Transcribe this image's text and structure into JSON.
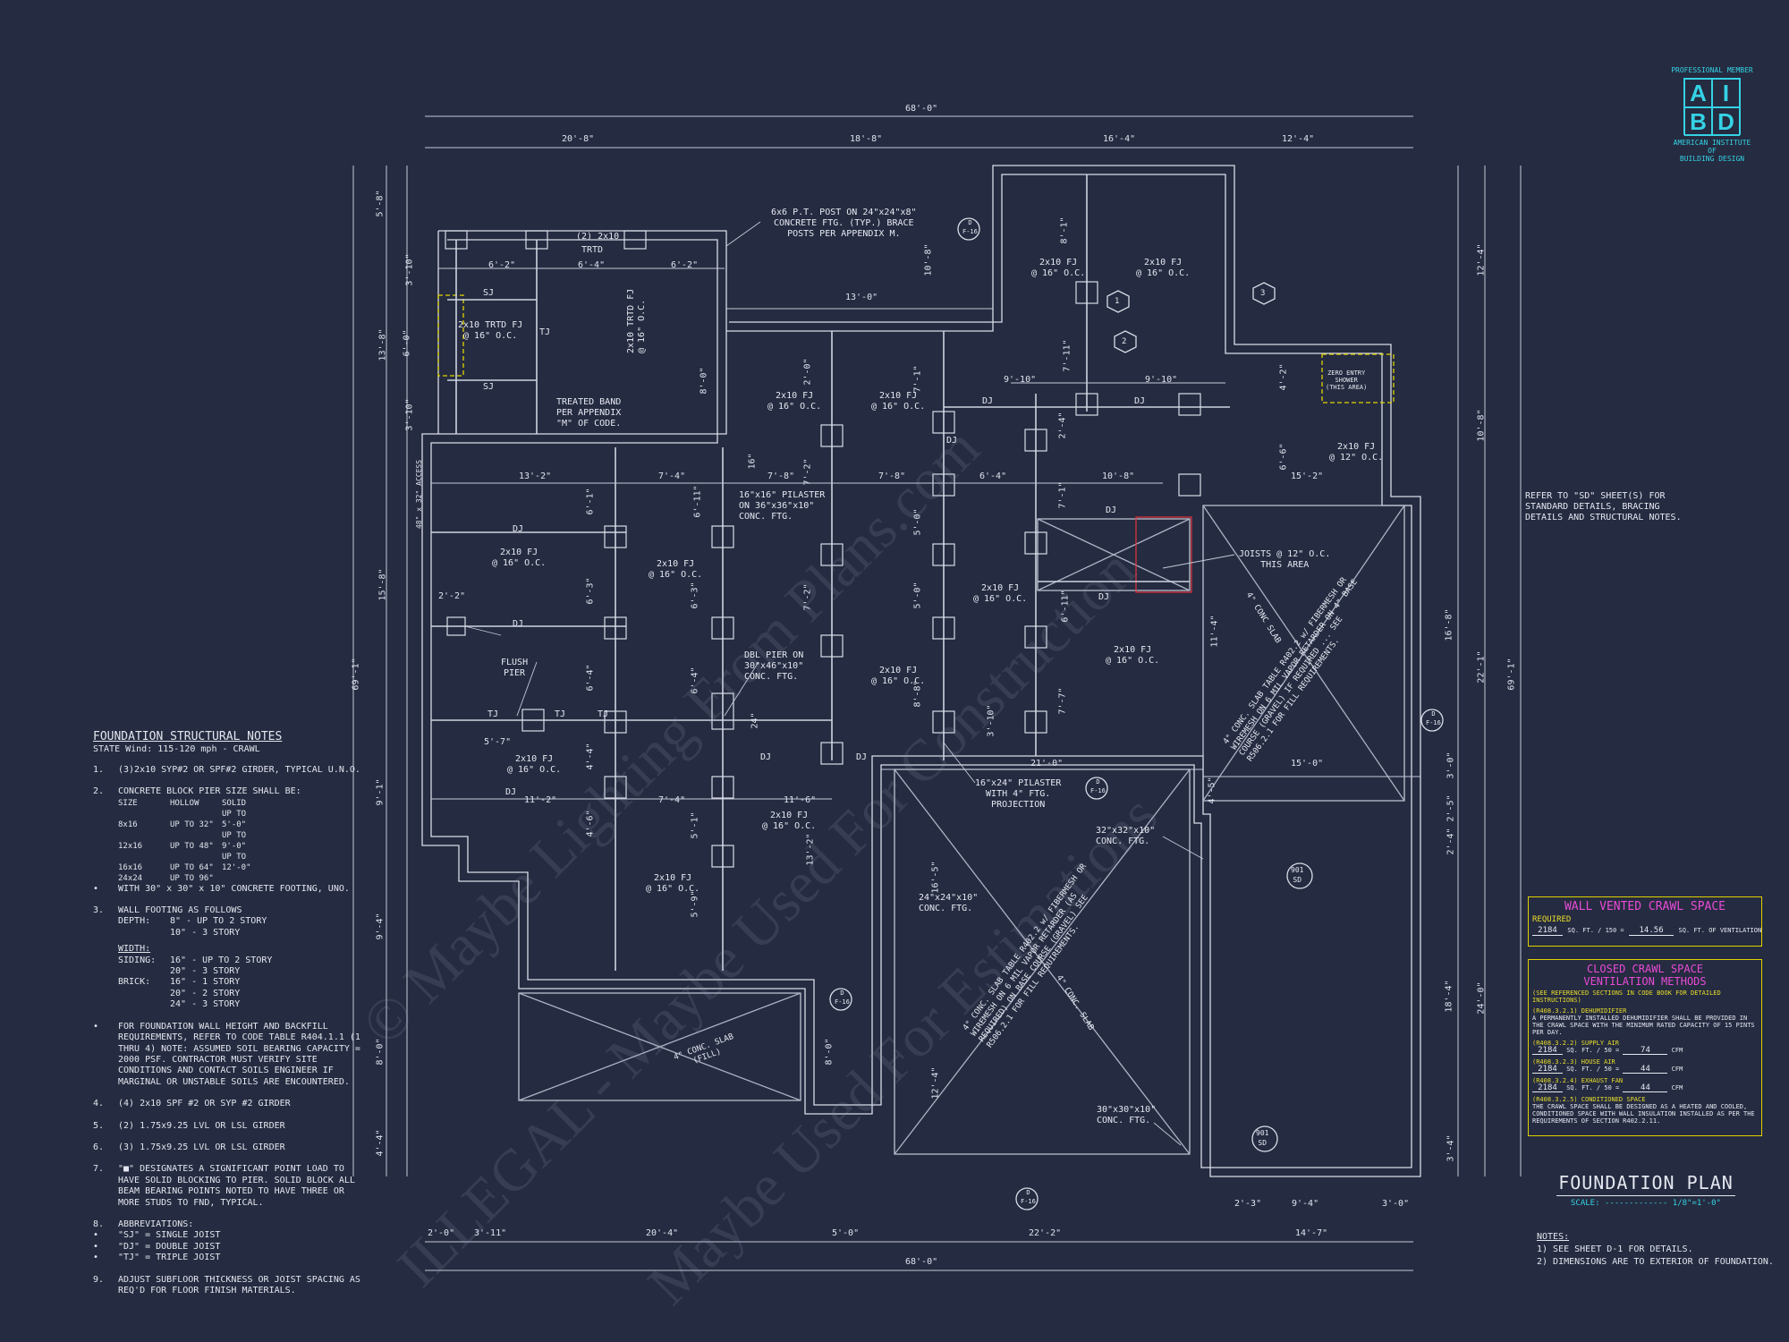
{
  "logo": {
    "top_line": "PROFESSIONAL MEMBER",
    "letters": [
      "A",
      "I",
      "B",
      "D"
    ],
    "org_line1": "AMERICAN INSTITUTE",
    "org_line2": "OF",
    "org_line3": "BUILDING DESIGN"
  },
  "watermarks": [
    "© Maybe Lighting From Plans.com",
    "ILLEGAL - Maybe Used For Construction",
    "Maybe Used For Estimations"
  ],
  "overall_dims": {
    "top_total": "68'-0\"",
    "top_segments": [
      "20'-8\"",
      "18'-8\"",
      "16'-4\"",
      "12'-4\""
    ],
    "bottom_total": "68'-0\"",
    "bottom_segments": [
      "2'-0\"",
      "3'-11\"",
      "20'-4\"",
      "5'-0\"",
      "22'-2\"",
      "14'-7\""
    ],
    "bottom_right_segments": [
      "2'-3\"",
      "9'-4\"",
      "3'-0\""
    ],
    "left_total": "69'-1\"",
    "left_segments": [
      "5'-8\"",
      "3'-10\"",
      "13'-8\"",
      "6'-0\"",
      "3'-10\"",
      "15'-8\"",
      "9'-1\"",
      "9'-4\"",
      "8'-0\"",
      "4'-4\"",
      "48\" x 32\" ACCESS"
    ],
    "right_total": "69'-1\"",
    "right_segments": [
      "12'-4\"",
      "10'-8\"",
      "16'-8\"",
      "22'-1\"",
      "3'-0\"",
      "2'-5\"",
      "2'-4\"",
      "18'-4\"",
      "24'-0\"",
      "3'-4\""
    ]
  },
  "plan_labels": {
    "post_note": "6x6 P.T. POST ON 24\"x24\"x8\"\nCONCRETE FTG. (TYP.) BRACE\nPOSTS PER APPENDIX M.",
    "girder_2x10": "(2) 2x10",
    "trtd": "TRTD",
    "d6_2a": "6'-2\"",
    "d6_4": "6'-4\"",
    "d6_2b": "6'-2\"",
    "sj_a": "SJ",
    "sj_b": "SJ",
    "tj_a": "TJ",
    "trtd_fj": "2x10 TRTD FJ\n@ 16\" O.C.",
    "trtd_fj_v": "2x10 TRTD FJ\n@ 16\" O.C.",
    "treated_band": "TREATED BAND\nPER APPENDIX\n\"M\" OF CODE.",
    "d13_0": "13'-0\"",
    "d10_8": "10'-8\"",
    "d8_0a": "8'-0\"",
    "fj_16_a": "2x10 FJ\n@ 16\" O.C.",
    "fj_16_b": "2x10 FJ\n@ 16\" O.C.",
    "fj_16_c": "2x10 FJ\n@ 16\" O.C.",
    "fj_16_d": "2x10 FJ\n@ 16\" O.C.",
    "fj_16_e": "2x10 FJ\n@ 16\" O.C.",
    "fj_16_f": "2x10 FJ\n@ 16\" O.C.",
    "fj_16_g": "2x10 FJ\n@ 16\" O.C.",
    "fj_16_h": "2x10 FJ\n@ 16\" O.C.",
    "fj_16_i": "2x10 FJ\n@ 16\" O.C.",
    "fj_16_j": "2x10 FJ\n@ 16\" O.C.",
    "fj_16_k": "2x10 FJ\n@ 16\" O.C.",
    "fj_16_l": "2x10 FJ\n@ 16\" O.C.",
    "fj_12": "2x10 FJ\n@ 12\" O.C.",
    "d9_10a": "9'-10\"",
    "d9_10b": "9'-10\"",
    "d13_2": "13'-2\"",
    "d7_4a": "7'-4\"",
    "d7_8a": "7'-8\"",
    "d7_8b": "7'-8\"",
    "d6_4b": "6'-4\"",
    "d10_8b": "10'-8\"",
    "d15_2": "15'-2\"",
    "dj_a": "DJ",
    "dj_b": "DJ",
    "dj_c": "DJ",
    "dj_d": "DJ",
    "dj_e": "DJ",
    "dj_f": "DJ",
    "dj_g": "DJ",
    "dj_h": "DJ",
    "dj_i": "DJ",
    "dj_j": "DJ",
    "tj_b": "TJ",
    "tj_c": "TJ",
    "tj_d": "TJ",
    "pilaster_a": "16\"x16\" PILASTER\nON 36\"x36\"x10\"\nCONC. FTG.",
    "flush_pier": "FLUSH\nPIER",
    "dbl_pier": "DBL PIER ON\n30\"x46\"x10\"\nCONC. FTG.",
    "joists_12": "JOISTS @ 12\" O.C.\nTHIS AREA",
    "pilaster_b": "16\"x24\" PILASTER\nWITH 4\" FTG.\nPROJECTION",
    "ftg_32": "32\"x32\"x10\"\nCONC. FTG.",
    "ftg_24": "24\"x24\"x10\"\nCONC. FTG.",
    "ftg_30": "30\"x30\"x10\"\nCONC. FTG.",
    "d21_0": "21'-0\"",
    "d15_0": "15'-0\"",
    "d2_2": "2'-2\"",
    "d5_7": "5'-7\"",
    "d11_2": "11'-2\"",
    "d7_4b": "7'-4\"",
    "d11_6": "11'-6\"",
    "zero_entry": "ZERO ENTRY\nSHOWER\n(THIS AREA)",
    "slab_note_a": "4\" CONC. SLAB TABLE R402.2 w/ FIBERMESH OR\nWIREMESH ON 6 MIL VAPOR RETARDER ON 4\" BASE\nCOURSE (GRAVEL) IF REQUIRED ... SEE\nR506.2.1 FOR FILL REQUIREMENTS.",
    "slab_note_b": "4\" CONC. SLAB TABLE R402.2 w/ FIBERMESH OR\nWIREMESH ON 6 MIL VAPOR RETARDER (AS\nREQUIRED) ON BASE COURSE (GRAVEL) SEE\nR506.2.1 FOR FILL REQUIREMENTS.",
    "slab_fill": "4\" CONC. SLAB\n(FILL)",
    "slab_v_a": "4\" CONC SLAB",
    "slab_v_b": "4\" CONC. SLAB",
    "bubble_1": "1",
    "bubble_2": "2",
    "bubble_3": "3",
    "sec_d1": "D\nF-16",
    "sec_d2": "D\nF-16",
    "sec_d3": "D\nF-16",
    "sec_d4": "D\nF-16",
    "sec_d5": "D\nF-16",
    "sec_901a": "901\nSD",
    "sec_901b": "901\nSD",
    "vert_8_1": "8'-1\"",
    "vert_7_11": "7'-11\"",
    "vert_6_1a": "6'-1\"",
    "vert_6_3": "6'-3\"",
    "vert_6_4a": "6'-4\"",
    "vert_4_4": "4'-4\"",
    "vert_4_6": "4'-6\"",
    "vert_6_11": "6'-11\"",
    "vert_6_3b": "6'-3\"",
    "vert_6_4b": "6'-4\"",
    "vert_5_1": "5'-1\"",
    "vert_5_9": "5'-9\"",
    "vert_7_2a": "7'-2\"",
    "vert_7_2b": "7'-2\"",
    "vert_13_2": "13'-2\"",
    "vert_5_0a": "5'-0\"",
    "vert_5_0b": "5'-0\"",
    "vert_8_8": "8'-8\"",
    "vert_6_11b": "6'-11\"",
    "vert_7_1a": "7'-1\"",
    "vert_7_7": "7'-7\"",
    "vert_16_5": "16'-5\"",
    "vert_12_4": "12'-4\"",
    "vert_11_4": "11'-4\"",
    "vert_8_0": "8'-0\"",
    "vert_6_6": "6'-6\"",
    "vert_4_2": "4'-2\"",
    "vert_4_5": "4'-5\"",
    "vert_2_4": "2'-4\"",
    "vert_3_10": "3'-10\"",
    "vert_24": "24\"",
    "vert_16": "16\"",
    "vert_2_0": "2'-0\"",
    "vert_7_1b": "7'-1\""
  },
  "refer_note": "REFER TO \"SD\" SHEET(S) FOR\nSTANDARD DETAILS, BRACING\nDETAILS AND STRUCTURAL NOTES.",
  "notes": {
    "title": "FOUNDATION STRUCTURAL NOTES",
    "subtitle": "STATE Wind: 115-120 mph - CRAWL",
    "n1_mark": "1.",
    "n1": "(3)2x10 SYP#2 OR SPF#2 GIRDER, TYPICAL U.N.O.",
    "n2_mark": "2.",
    "n2": "CONCRETE BLOCK PIER SIZE SHALL BE:",
    "pier_head": [
      "SIZE",
      "HOLLOW",
      "SOLID"
    ],
    "pier_rows": [
      [
        "8x16",
        "UP TO 32\"",
        "UP TO 5'-0\""
      ],
      [
        "12x16",
        "UP TO 48\"",
        "UP TO 9'-0\""
      ],
      [
        "16x16",
        "UP TO 64\"",
        "UP TO 12'-0\""
      ],
      [
        "24x24",
        "UP TO 96\"",
        ""
      ]
    ],
    "n2b": "WITH 30\" x 30\" x 10\" CONCRETE FOOTING, UNO.",
    "n3_mark": "3.",
    "n3": "WALL FOOTING AS FOLLOWS",
    "depth_k": "DEPTH:",
    "depth_v": "8\" - UP TO 2 STORY\n10\" - 3 STORY",
    "width_k": "WIDTH:",
    "siding_k": "SIDING:",
    "siding_v": "16\" - UP TO 2 STORY\n20\" - 3 STORY",
    "brick_k": "BRICK:",
    "brick_v": "16\" - 1 STORY\n20\" - 2 STORY\n24\" - 3 STORY",
    "bullet": "•",
    "n_backfill": "FOR FOUNDATION WALL HEIGHT AND BACKFILL REQUIREMENTS, REFER TO CODE TABLE R404.1.1 (1 THRU 4) NOTE: ASSUMED SOIL BEARING CAPACITY = 2000 PSF. CONTRACTOR MUST VERIFY SITE CONDITIONS AND CONTACT SOILS ENGINEER IF MARGINAL OR UNSTABLE SOILS ARE ENCOUNTERED.",
    "n4_mark": "4.",
    "n4": "(4) 2x10 SPF #2 OR SYP #2 GIRDER",
    "n5_mark": "5.",
    "n5": "(2) 1.75x9.25 LVL OR LSL GIRDER",
    "n6_mark": "6.",
    "n6": "(3) 1.75x9.25 LVL OR LSL GIRDER",
    "n7_mark": "7.",
    "n7": "\"■\" DESIGNATES A SIGNIFICANT POINT LOAD TO HAVE SOLID BLOCKING TO PIER. SOLID BLOCK ALL BEAM BEARING POINTS NOTED TO HAVE THREE OR MORE STUDS TO FND, TYPICAL.",
    "n8_mark": "8.",
    "n8": "ABBREVIATIONS:",
    "abbr": [
      "\"SJ\" = SINGLE JOIST",
      "\"DJ\" = DOUBLE JOIST",
      "\"TJ\" = TRIPLE JOIST"
    ],
    "n9_mark": "9.",
    "n9": "ADJUST SUBFLOOR THICKNESS OR JOIST SPACING AS REQ'D FOR FLOOR FINISH MATERIALS."
  },
  "vented_box": {
    "title": "WALL VENTED CRAWL SPACE",
    "required": "REQUIRED",
    "sqft": "2184",
    "sqft_label": "SQ. FT. / 150 =",
    "vent": "14.56",
    "vent_label": "SQ. FT. OF VENTILATION"
  },
  "closed_box": {
    "title": "CLOSED CRAWL SPACE\nVENTILATION METHODS",
    "ref": "(SEE REFERENCED SECTIONS IN CODE BOOK FOR DETAILED INSTRUCTIONS)",
    "s1_title": "(R408.3.2.1) DEHUMIDIFIER",
    "s1_body": "A PERMANENTLY INSTALLED DEHUMIDIFIER SHALL BE PROVIDED IN THE CRAWL SPACE WITH THE MINIMUM RATED CAPACITY OF 15 PINTS PER DAY.",
    "s2_title": "(R408.3.2.2) SUPPLY AIR",
    "s2_a": "2184",
    "s2_mid": "SQ. FT. / 50 =",
    "s2_b": "74",
    "s2_unit": "CFM",
    "s3_title": "(R408.3.2.3) HOUSE AIR",
    "s3_a": "2184",
    "s3_mid": "SQ. FT. / 50 =",
    "s3_b": "44",
    "s3_unit": "CFM",
    "s4_title": "(R408.3.2.4) EXHAUST FAN",
    "s4_a": "2184",
    "s4_mid": "SQ. FT. / 50 =",
    "s4_b": "44",
    "s4_unit": "CFM",
    "s5_title": "(R408.3.2.5) CONDITIONED SPACE",
    "s5_body": "THE CRAWL SPACE SHALL BE DESIGNED AS A HEATED AND COOLED, CONDITIONED SPACE WITH WALL INSULATION INSTALLED AS PER THE REQUIREMENTS OF SECTION R402.2.11."
  },
  "title_block": {
    "title": "FOUNDATION PLAN",
    "scale": "SCALE: ------------- 1/8\"=1'-0\"",
    "notes_head": "NOTES:",
    "note1": "1) SEE SHEET D-1 FOR DETAILS.",
    "note2": "2) DIMENSIONS ARE TO EXTERIOR OF FOUNDATION."
  },
  "colors": {
    "background": "#252b40",
    "line": "#e6e9f2",
    "accent_yellow": "#e0d200",
    "accent_magenta": "#e84bd6",
    "accent_cyan": "#35d2e5",
    "accent_red": "#d8343c"
  }
}
